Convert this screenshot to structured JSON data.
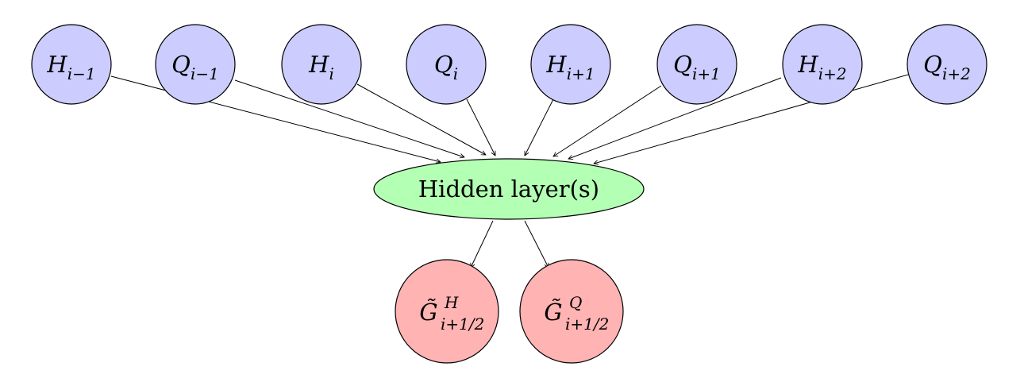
{
  "colors": {
    "input": "#ccccff",
    "hidden": "#b3ffb3",
    "output": "#ffb3b3",
    "stroke": "#000000"
  },
  "inputs": [
    {
      "base": "H",
      "sub": "i−1"
    },
    {
      "base": "Q",
      "sub": "i−1"
    },
    {
      "base": "H",
      "sub": "i"
    },
    {
      "base": "Q",
      "sub": "i"
    },
    {
      "base": "H",
      "sub": "i+1"
    },
    {
      "base": "Q",
      "sub": "i+1"
    },
    {
      "base": "H",
      "sub": "i+2"
    },
    {
      "base": "Q",
      "sub": "i+2"
    }
  ],
  "hidden": {
    "label": "Hidden layer(s)"
  },
  "outputs": [
    {
      "base": "G̃",
      "sup": "H",
      "sub": "i+1/2"
    },
    {
      "base": "G̃",
      "sup": "Q",
      "sub": "i+1/2"
    }
  ]
}
